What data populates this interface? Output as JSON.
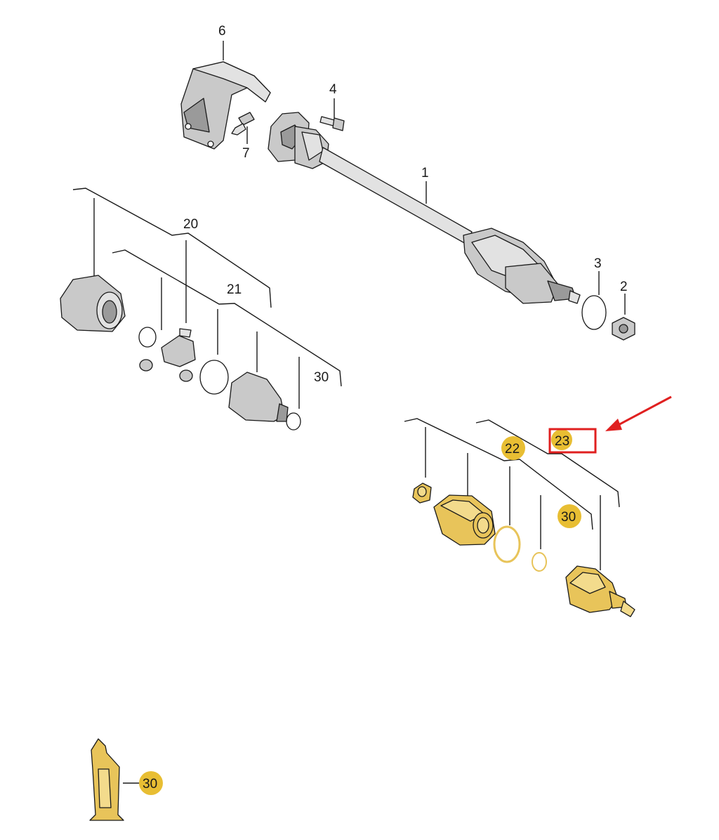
{
  "labels": {
    "p1": "1",
    "p2": "2",
    "p3": "3",
    "p4": "4",
    "p6": "6",
    "p7": "7",
    "p20": "20",
    "p21": "21",
    "p30_left": "30",
    "p22": "22",
    "p23": "23",
    "p30_right": "30",
    "p30_grease": "30"
  },
  "colors": {
    "highlight_box": "#e02020",
    "arrow": "#e02020",
    "badge": "#e8be33",
    "new_part": "#e8c45a"
  },
  "highlighted_label": "23"
}
